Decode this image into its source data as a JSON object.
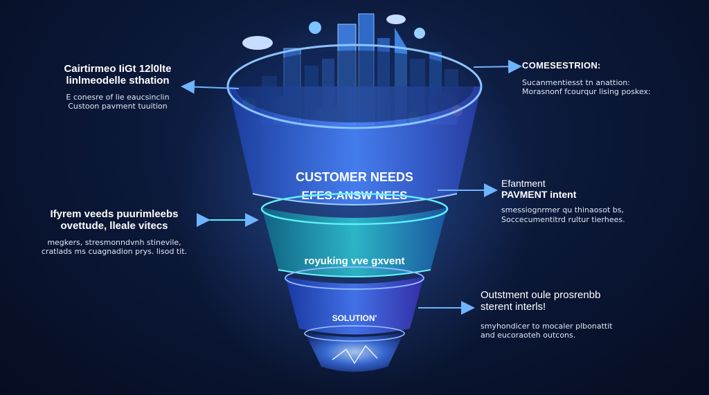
{
  "funnel": {
    "top_label_line1": "CUSTOMER NEEDS",
    "top_label_line2": "EFES:ANSW NEES",
    "middle_label": "royuking vve gxvent",
    "bottom_label": "SOLUTION'"
  },
  "callouts": {
    "left_top": {
      "heading_line1": "Cairtirmeo IiGt 12l0lte",
      "heading_line2": "linlmeodelle sthation",
      "body_line1": "E conesre of lie eaucsinclin",
      "body_line2": "Custoon pavment tuuition"
    },
    "left_middle": {
      "heading_line1": "Ifyrem veeds puurimleebs",
      "heading_line2": "ovettude, lleale vitecs",
      "body_line1": "megkers, stresmonndvnh stinevile,",
      "body_line2": "cratlads ms cuagnadion prys. lisod tit."
    },
    "right_top": {
      "heading": "COMESESTRION:",
      "body_line1": "Sucanmentiesst tn anattion:",
      "body_line2": "Morasnonf fcourqur lising poskex:"
    },
    "right_middle": {
      "heading_line1": "Efantment",
      "heading_line2": "PAVMENT intent",
      "body_line1": "smessiognrmer qu thinaosot bs,",
      "body_line2": "Soccecumentitrd rultur tierhees."
    },
    "right_bottom": {
      "heading_line1": "Outstment oule prosrenbb",
      "heading_line2": "sterent interls!",
      "body_line1": "smyhondicer to mocaler plbonattit",
      "body_line2": "and eucoraoteh outcons."
    }
  },
  "colors": {
    "arrow": "#6fb4ff",
    "funnel_glow": "#3d7bff",
    "middle_glow": "#3fe0e6",
    "background": "#0b1838"
  }
}
